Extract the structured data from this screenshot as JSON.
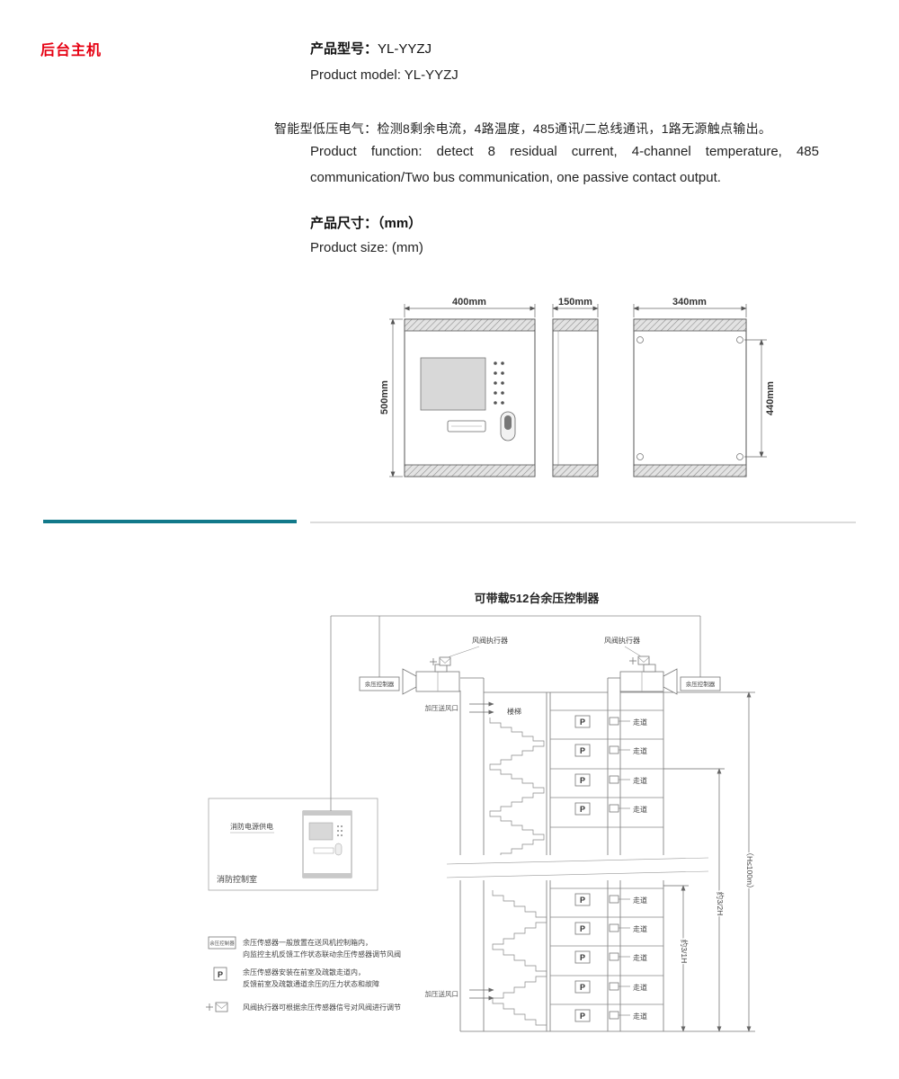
{
  "page_title": "后台主机",
  "colors": {
    "title_red": "#e60012",
    "accent_teal": "#12798a",
    "divider_gray": "#dcdcdc"
  },
  "product": {
    "model_label": "产品型号：",
    "model_value": "YL-YYZJ",
    "model_en_label": "Product model:",
    "model_en_value": "YL-YYZJ",
    "function_zh": "智能型低压电气：检测8剩余电流，4路温度，485通讯/二总线通讯，1路无源触点输出。",
    "function_en_line1": "Product function: detect 8 residual current, 4-channel temperature, 485",
    "function_en_line2": "communication/Two bus communication, one passive contact output.",
    "size_label": "产品尺寸：（mm）",
    "size_en": "Product size: (mm)"
  },
  "drawing": {
    "front_width": "400mm",
    "side_width": "150mm",
    "back_width": "340mm",
    "front_height": "500mm",
    "back_height": "440mm"
  },
  "diagram": {
    "title": "可带载512台余压控制器",
    "controller_label": "余压控制器",
    "actuator_label": "风阀执行器",
    "air_outlet_label": "加压送风口",
    "stairs_label": "楼梯",
    "corridor_label": "走道",
    "sensor_label": "P",
    "dim_two_thirds": "约3/2H",
    "dim_one_third": "约3/1H",
    "dim_total": "（H≤100m）",
    "fire_power_label": "消防电源供电",
    "fire_room_label": "消防控制室",
    "legend": [
      {
        "line1": "余压传感器一般放置在送风机控制箱内，",
        "line2": "向监控主机反馈工作状态联动余压传感器调节风阀"
      },
      {
        "line1": "余压传感器安装在前室及疏散走道内，",
        "line2": "反馈前室及疏散通道余压的压力状态和故障"
      },
      {
        "line1": "风阀执行器可根据余压传感器信号对风阀进行调节",
        "line2": ""
      }
    ]
  }
}
